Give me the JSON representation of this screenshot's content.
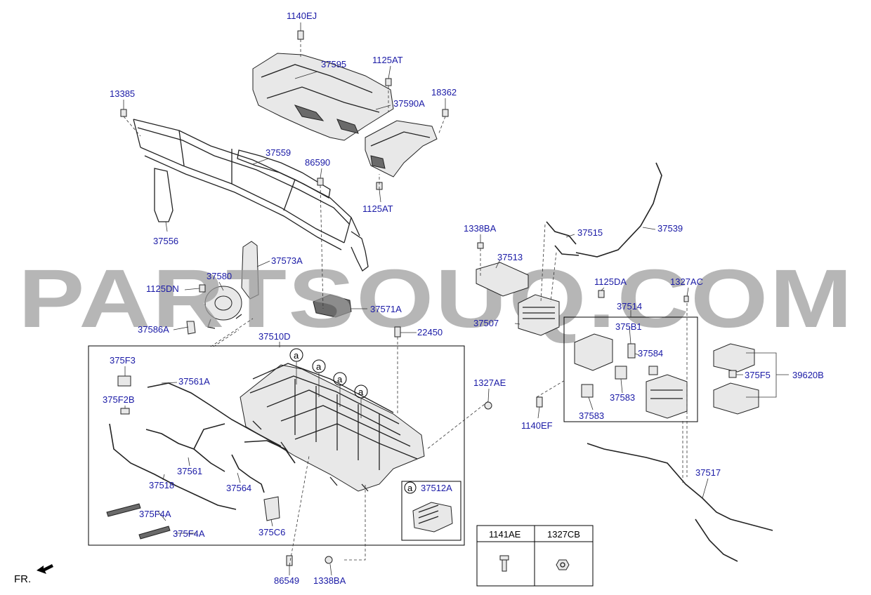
{
  "watermark": "PARTSOUQ.COM",
  "direction_label": "FR.",
  "callout_letter": "a",
  "detail_box": {
    "letter": "a",
    "part": "37512A"
  },
  "legend": {
    "headers": [
      "1141AE",
      "1327CB"
    ],
    "icons": [
      "bolt-icon",
      "nut-icon"
    ]
  },
  "colors": {
    "label": "#1a1aa6",
    "watermark": "#9a9a9a",
    "line": "#222222"
  },
  "labels": [
    {
      "id": "1140EJ",
      "text": "1140EJ"
    },
    {
      "id": "37595",
      "text": "37595"
    },
    {
      "id": "1125AT-top",
      "text": "1125AT"
    },
    {
      "id": "13385",
      "text": "13385"
    },
    {
      "id": "18362",
      "text": "18362"
    },
    {
      "id": "37590A",
      "text": "37590A"
    },
    {
      "id": "37559",
      "text": "37559"
    },
    {
      "id": "86590",
      "text": "86590"
    },
    {
      "id": "1125AT-bottom",
      "text": "1125AT"
    },
    {
      "id": "37556",
      "text": "37556"
    },
    {
      "id": "1338BA-top",
      "text": "1338BA"
    },
    {
      "id": "37515",
      "text": "37515"
    },
    {
      "id": "37539",
      "text": "37539"
    },
    {
      "id": "37513",
      "text": "37513"
    },
    {
      "id": "37573A",
      "text": "37573A"
    },
    {
      "id": "37580",
      "text": "37580"
    },
    {
      "id": "1125DN",
      "text": "1125DN"
    },
    {
      "id": "1125DA",
      "text": "1125DA"
    },
    {
      "id": "1327AC",
      "text": "1327AC"
    },
    {
      "id": "37514",
      "text": "37514"
    },
    {
      "id": "37571A",
      "text": "37571A"
    },
    {
      "id": "37507",
      "text": "37507"
    },
    {
      "id": "375B1",
      "text": "375B1"
    },
    {
      "id": "37586A",
      "text": "37586A"
    },
    {
      "id": "22450",
      "text": "22450"
    },
    {
      "id": "37510D",
      "text": "37510D"
    },
    {
      "id": "37584",
      "text": "37584"
    },
    {
      "id": "375F3",
      "text": "375F3"
    },
    {
      "id": "375F5",
      "text": "375F5"
    },
    {
      "id": "39620B",
      "text": "39620B"
    },
    {
      "id": "37561A",
      "text": "37561A"
    },
    {
      "id": "1327AE",
      "text": "1327AE"
    },
    {
      "id": "37583-a",
      "text": "37583"
    },
    {
      "id": "375F2B",
      "text": "375F2B"
    },
    {
      "id": "37583-b",
      "text": "37583"
    },
    {
      "id": "1140EF",
      "text": "1140EF"
    },
    {
      "id": "37561",
      "text": "37561"
    },
    {
      "id": "37517",
      "text": "37517"
    },
    {
      "id": "37518",
      "text": "37518"
    },
    {
      "id": "37564",
      "text": "37564"
    },
    {
      "id": "375F4A-1",
      "text": "375F4A"
    },
    {
      "id": "375F4A-2",
      "text": "375F4A"
    },
    {
      "id": "375C6",
      "text": "375C6"
    },
    {
      "id": "86549",
      "text": "86549"
    },
    {
      "id": "1338BA-bottom",
      "text": "1338BA"
    }
  ]
}
